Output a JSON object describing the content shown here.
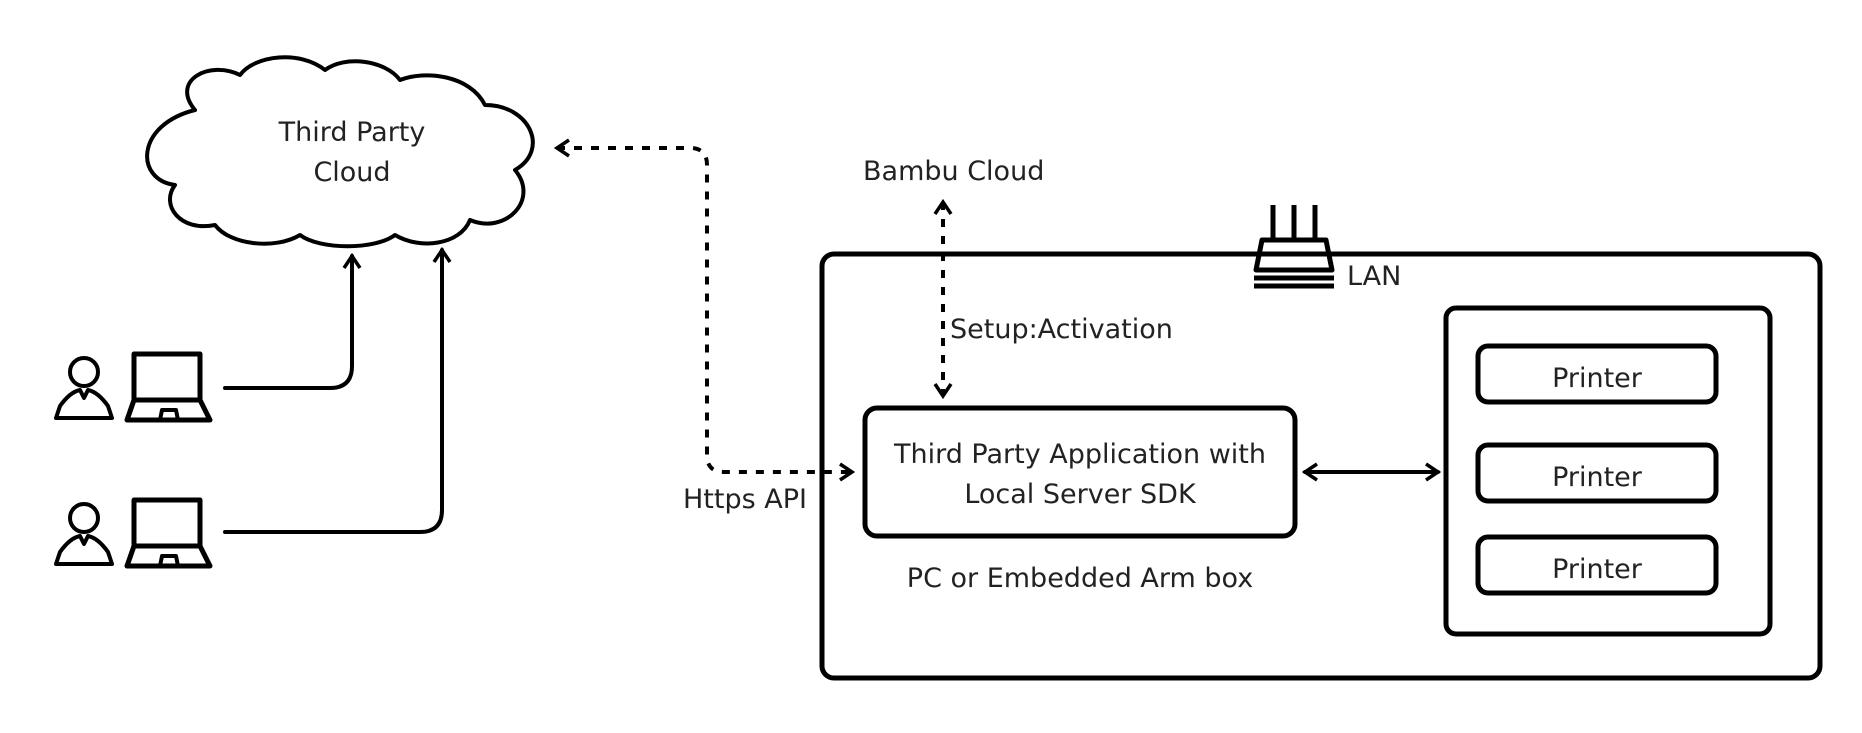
{
  "cloud": {
    "line1": "Third Party",
    "line2": "Cloud"
  },
  "bambu_cloud": "Bambu Cloud",
  "lan": "LAN",
  "setup": "Setup:Activation",
  "https": "Https API",
  "app": {
    "line1": "Third Party Application with",
    "line2": "Local Server SDK"
  },
  "host": "PC or Embedded Arm box",
  "printers": [
    "Printer",
    "Printer",
    "Printer"
  ],
  "icons": [
    "cloud-icon",
    "user-icon",
    "laptop-icon",
    "router-icon"
  ]
}
